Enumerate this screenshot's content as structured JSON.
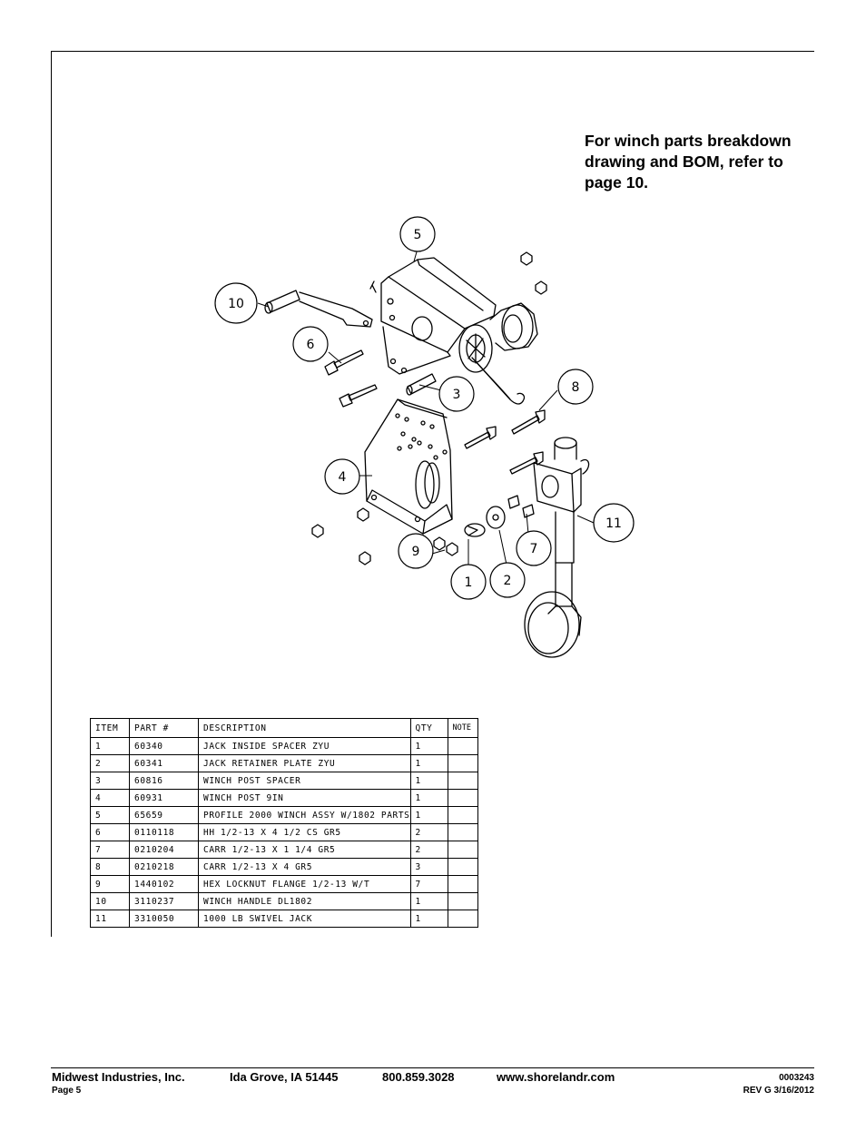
{
  "note": {
    "line1": "For winch parts breakdown",
    "line2": "drawing and BOM, refer to",
    "line3": "page 10."
  },
  "callouts": [
    "5",
    "10",
    "6",
    "3",
    "8",
    "4",
    "11",
    "9",
    "7",
    "1",
    "2"
  ],
  "bom": {
    "headers": [
      "ITEM",
      "PART #",
      "DESCRIPTION",
      "QTY",
      "NOTE"
    ],
    "rows": [
      [
        "1",
        "60340",
        "JACK INSIDE SPACER ZYU",
        "1",
        ""
      ],
      [
        "2",
        "60341",
        "JACK RETAINER PLATE ZYU",
        "1",
        ""
      ],
      [
        "3",
        "60816",
        "WINCH POST SPACER",
        "1",
        ""
      ],
      [
        "4",
        "60931",
        "WINCH POST 9IN",
        "1",
        ""
      ],
      [
        "5",
        "65659",
        "PROFILE 2000 WINCH ASSY W/1802 PARTS",
        "1",
        ""
      ],
      [
        "6",
        "0110118",
        "HH 1/2-13 X 4 1/2 CS GR5",
        "2",
        ""
      ],
      [
        "7",
        "0210204",
        "CARR 1/2-13 X 1 1/4 GR5",
        "2",
        ""
      ],
      [
        "8",
        "0210218",
        "CARR 1/2-13 X 4 GR5",
        "3",
        ""
      ],
      [
        "9",
        "1440102",
        "HEX LOCKNUT FLANGE 1/2-13 W/T",
        "7",
        ""
      ],
      [
        "10",
        "3110237",
        "WINCH HANDLE  DL1802",
        "1",
        ""
      ],
      [
        "11",
        "3310050",
        "1000 LB SWIVEL JACK",
        "1",
        ""
      ]
    ]
  },
  "footer": {
    "company": "Midwest Industries, Inc.",
    "city": "Ida Grove, IA  51445",
    "phone": "800.859.3028",
    "website": "www.shorelandr.com",
    "page": "Page 5",
    "doc_number": "0003243",
    "revision": "REV  G  3/16/2012"
  }
}
